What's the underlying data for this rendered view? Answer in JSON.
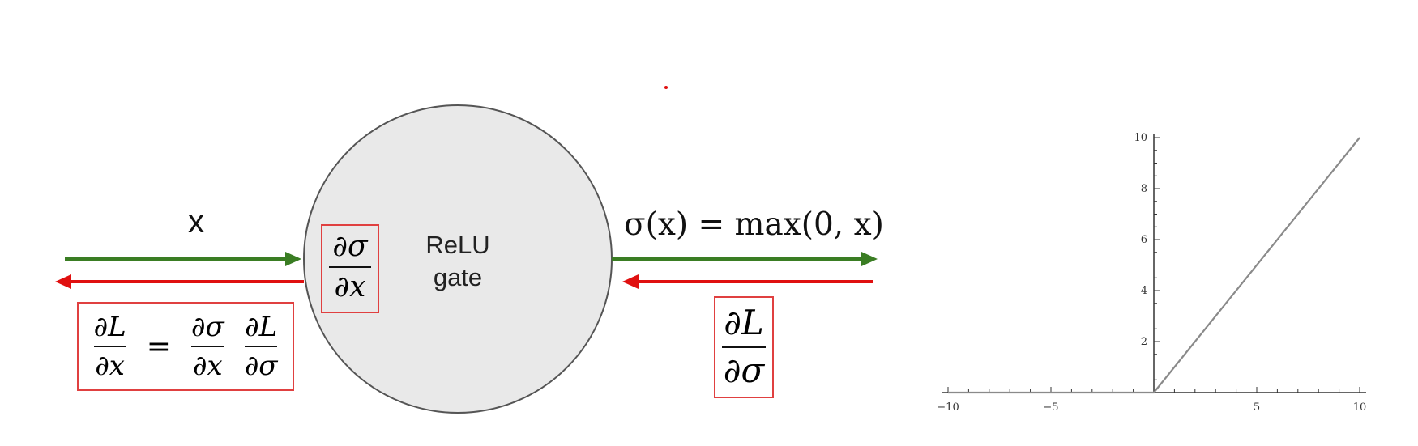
{
  "input_label": "x",
  "gate": {
    "line1": "ReLU",
    "line2": "gate"
  },
  "local_gradient": {
    "num": "∂σ",
    "den": "∂x"
  },
  "output_formula": "σ(x) = max(0, x)",
  "upstream_gradient": {
    "num": "∂L",
    "den": "∂σ"
  },
  "chain_rule": {
    "lhs_num": "∂L",
    "lhs_den": "∂x",
    "eq": "=",
    "t1_num": "∂σ",
    "t1_den": "∂x",
    "t2_num": "∂L",
    "t2_den": "∂σ"
  },
  "colors": {
    "forward": "#3a7d23",
    "backward": "#e01010",
    "box": "#e04040",
    "circle_fill": "#e9e9e9",
    "circle_stroke": "#555555",
    "plot_line": "#8a8a8a"
  },
  "chart_data": {
    "type": "line",
    "x": [
      -10,
      0,
      10
    ],
    "y": [
      0,
      0,
      10
    ],
    "xlim": [
      -10,
      10
    ],
    "ylim": [
      0,
      10
    ],
    "xticks": [
      -10,
      -5,
      5,
      10
    ],
    "yticks": [
      2,
      4,
      6,
      8,
      10
    ],
    "xtick_labels": [
      "−10",
      "−5",
      "5",
      "10"
    ],
    "ytick_labels": [
      "2",
      "4",
      "6",
      "8",
      "10"
    ]
  }
}
